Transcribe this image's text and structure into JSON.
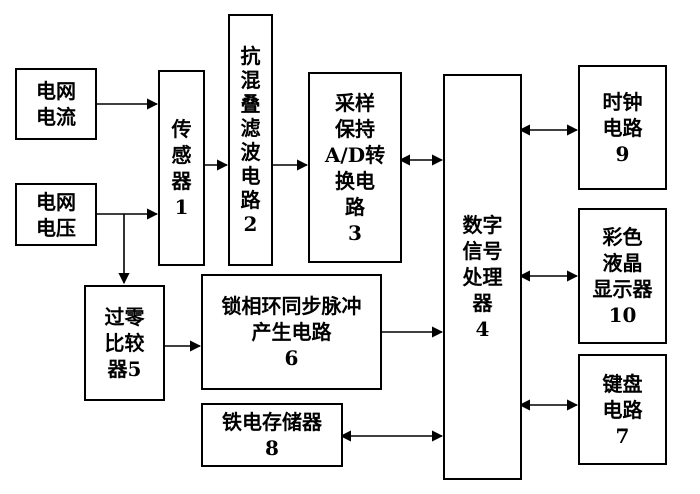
{
  "blocks": {
    "grid_current": "电网\n电流",
    "grid_voltage": "电网\n电压",
    "sensor": "传\n感\n器\n1",
    "antialias_filter": "抗\n混\n叠\n滤\n波\n电\n路\n2",
    "sample_hold_adc": "采样\n保持\nA/D转\n换电\n路\n3",
    "dsp": "数字\n信号\n处理\n器\n4",
    "clock": "时钟\n电路\n9",
    "lcd": "彩色\n液晶\n显示器\n10",
    "keyboard": "键盘\n电路\n7",
    "zero_crossing": "过零\n比较\n器5",
    "pll_sync": "锁相环同步脉冲\n产生电路\n6",
    "fram": "铁电存储器\n8"
  }
}
